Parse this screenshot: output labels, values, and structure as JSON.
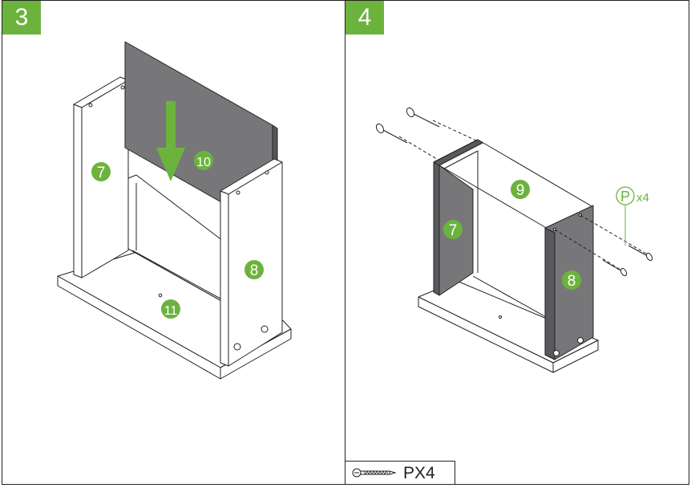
{
  "steps": [
    {
      "number": "3",
      "part_labels": [
        "7",
        "10",
        "8",
        "11"
      ]
    },
    {
      "number": "4",
      "part_labels": [
        "9",
        "7",
        "8"
      ],
      "hardware_callout": {
        "letter": "P",
        "qty": "x4"
      }
    }
  ],
  "legend": {
    "qty": "PX4",
    "icon": "screw-icon"
  },
  "colors": {
    "accent": "#6cb33e",
    "panel_dark": "#77777a",
    "outline": "#222222"
  }
}
